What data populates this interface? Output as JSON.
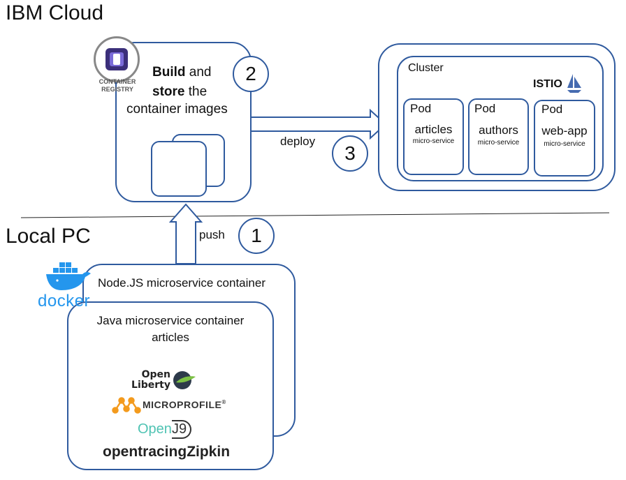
{
  "ibm_cloud": {
    "title": "IBM Cloud"
  },
  "local_pc": {
    "title": "Local PC"
  },
  "registry": {
    "logo_line1": "CONTAINER",
    "logo_line2": "REGISTRY",
    "build_bold": "Build",
    "build_rest": " and",
    "store_bold": "store",
    "store_rest": " the",
    "line3": "container images"
  },
  "steps": [
    {
      "number": "1",
      "label": "push"
    },
    {
      "number": "2",
      "label": ""
    },
    {
      "number": "3",
      "label": "deploy"
    }
  ],
  "cluster": {
    "label": "Cluster",
    "istio": "ISTIO",
    "pods": [
      {
        "label": "Pod",
        "name": "articles",
        "sub": "micro-service"
      },
      {
        "label": "Pod",
        "name": "authors",
        "sub": "micro-service"
      },
      {
        "label": "Pod",
        "name": "web-app",
        "sub": "micro-service"
      }
    ]
  },
  "local": {
    "docker": "docker",
    "node_container": "Node.JS microservice container",
    "java_container_line1": "Java microservice container",
    "java_container_line2": "articles",
    "open_liberty_line1": "Open",
    "open_liberty_line2": "Liberty",
    "microprofile": "MICROPROFILE",
    "microprofile_tm": "®",
    "openj9_open": "Open",
    "openj9_j9": "J9",
    "opentracing": "opentracing",
    "zipkin": "Zipkin"
  },
  "colors": {
    "line": "#2f5a9e",
    "docker": "#2496ed",
    "microprofile": "#f39a1d",
    "openj9": "#4fc3b3"
  }
}
